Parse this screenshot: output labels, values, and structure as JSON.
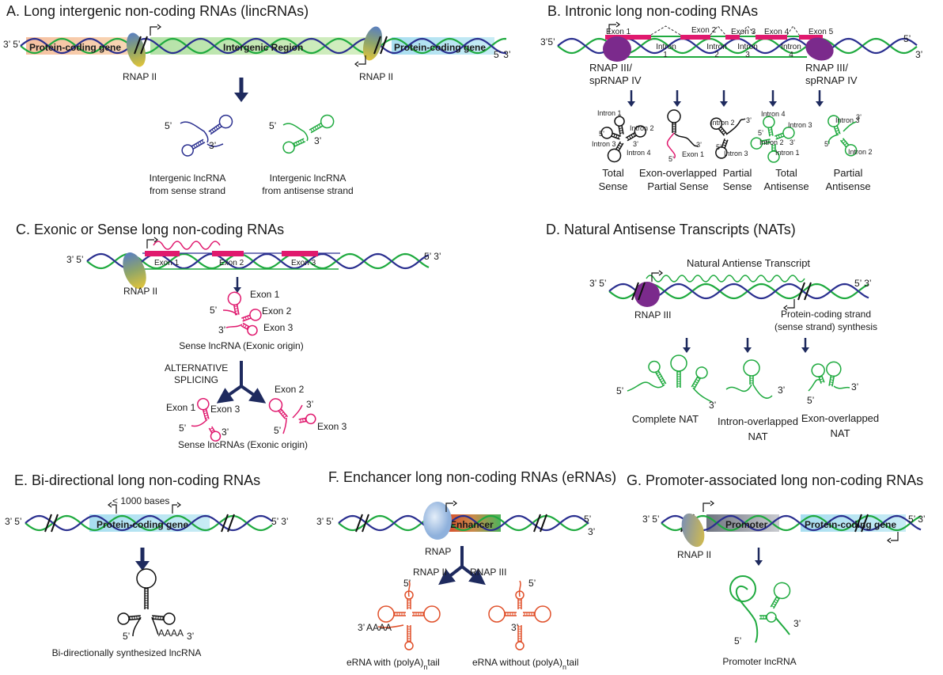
{
  "panels": {
    "a": {
      "title": "A. Long intergenic non-coding RNAs (lincRNAs)",
      "left_end": "3’ 5’",
      "right_end": "5’ 3’",
      "gene_left": "Protein-coding gene",
      "intergenic": "Intergenic Region",
      "gene_right": "Protein-coding gene",
      "rnap_left": "RNAP II",
      "rnap_right": "RNAP II",
      "rna1_5": "5’",
      "rna1_3": "3’",
      "rna2_5": "5’",
      "rna2_3": "3’",
      "cap1_l1": "Intergenic lncRNA",
      "cap1_l2": "from sense strand",
      "cap2_l1": "Intergenic lncRNA",
      "cap2_l2": "from antisense strand"
    },
    "b": {
      "title": "B. Intronic long non-coding RNAs",
      "left_end": "3’5’",
      "right_end_top": "5’",
      "right_end_bot": "3’",
      "exons": [
        "Exon 1",
        "Exon 2",
        "Exon 3",
        "Exon 4",
        "Exon 5"
      ],
      "introns": [
        "Intron",
        "1",
        "Intron",
        "2",
        "Intron",
        "3",
        "Intron",
        "4"
      ],
      "rnap_left_l1": "RNAP III/",
      "rnap_left_l2": "spRNAP IV",
      "rnap_right_l1": "RNAP III/",
      "rnap_right_l2": "spRNAP IV",
      "s1": {
        "i1": "Intron 1",
        "i2": "Intron 2",
        "i3": "Intron 3",
        "i4": "Intron 4",
        "p5": "5’",
        "p3": "3’"
      },
      "s2": {
        "exon": "Exon 1",
        "p5": "5’",
        "p3": "3’"
      },
      "s3": {
        "i2": "Intron 2",
        "i3": "Intron 3",
        "p5": "5’",
        "p3": "3’"
      },
      "s4": {
        "i4": "Intron 4",
        "i3": "Intron 3",
        "i2": "Intron 2",
        "i1": "Intron 1",
        "p5": "5’",
        "p3": "3’"
      },
      "s5": {
        "i3": "Intron 3",
        "i2": "Intron 2",
        "p5": "5’",
        "p3": "3’"
      },
      "caps": [
        {
          "l1": "Total",
          "l2": "Sense"
        },
        {
          "l1": "Exon-overlapped",
          "l2": "Partial Sense"
        },
        {
          "l1": "Partial",
          "l2": "Sense"
        },
        {
          "l1": "Total",
          "l2": "Antisense"
        },
        {
          "l1": "Partial",
          "l2": "Antisense"
        }
      ]
    },
    "c": {
      "title": "C. Exonic or Sense long non-coding RNAs",
      "left_end": "3’ 5’",
      "right_end": "5’ 3’",
      "exon1": "Exon 1",
      "exon2": "Exon 2",
      "exon3": "Exon 3",
      "rnap": "RNAP II",
      "m_e1": "Exon 1",
      "m_e2": "Exon 2",
      "m_e3": "Exon 3",
      "m_5": "5’",
      "m_3": "3’",
      "mid_cap": "Sense lncRNA (Exonic origin)",
      "alt1": "ALTERNATIVE",
      "alt2": "SPLICING",
      "l_e1": "Exon 1",
      "l_e3": "Exon 3",
      "l_5": "5’",
      "l_3": "3’",
      "r_e2": "Exon 2",
      "r_e3": "Exon 3",
      "r_5": "5’",
      "r_3": "3’",
      "bot_cap": "Sense lncRNAs (Exonic origin)"
    },
    "d": {
      "title": "D. Natural Antisense Transcripts (NATs)",
      "nat_label": "Natural Antiense Transcript",
      "left_end": "3’ 5’",
      "right_end": "5’ 3’",
      "rnap": "RNAP III",
      "pc_l1": "Protein-coding strand",
      "pc_l2": "(sense strand) synthesis",
      "n1_5": "5’",
      "n1_3": "3’",
      "n2_3": "3’",
      "n3_5": "5’",
      "n3_3": "3’",
      "cap1": "Complete NAT",
      "cap2_l1": "Intron-overlapped",
      "cap2_l2": "NAT",
      "cap3_l1": "Exon-overlapped",
      "cap3_l2": "NAT"
    },
    "e": {
      "title": "E. Bi-directional long non-coding RNAs",
      "bases": "< 1000 bases",
      "left_end": "3’ 5’",
      "right_end": "5’ 3’",
      "gene": "Protein-coding gene",
      "p5": "5’",
      "aaaa": "AAAA",
      "p3": "3’",
      "cap": "Bi-directionally synthesized lncRNA"
    },
    "f": {
      "title": "F. Enchancer long non-coding RNAs (eRNAs)",
      "left_end": "3’ 5’",
      "right_end_top": "5’",
      "right_end_bot": "3’",
      "enhancer": "Enhancer",
      "rnap": "RNAP",
      "rnap2": "RNAP II",
      "rnap3": "RNAP III",
      "l_5": "5’",
      "l_3": "3’",
      "l_aaaa": "AAAA",
      "r_5": "5’",
      "r_3": "3’",
      "cap_l_a": "eRNA with (polyA)",
      "cap_l_n": "n",
      "cap_l_b": "tail",
      "cap_r_a": "eRNA without (polyA)",
      "cap_r_n": "n",
      "cap_r_b": "tail"
    },
    "g": {
      "title": "G. Promoter-associated long non-coding RNAs",
      "left_end": "3’ 5’",
      "right_end": "5’ 3’",
      "promoter": "Promoter",
      "gene": "Protein-coding gene",
      "rnap": "RNAP II",
      "p3": "3’",
      "p5": "5’",
      "cap": "Promoter lncRNA"
    }
  },
  "colors": {
    "strand_green": "#1faa3f",
    "strand_blue": "#2a2f8f",
    "arrow_navy": "#1e2a5e",
    "exon_magenta": "#e0196e",
    "enhancer_red": "#e0502a",
    "rnap_purple": "#7b2a8c",
    "rnap_yellow": "#d9b33a",
    "rnap_blue": "#5b7fbf"
  }
}
